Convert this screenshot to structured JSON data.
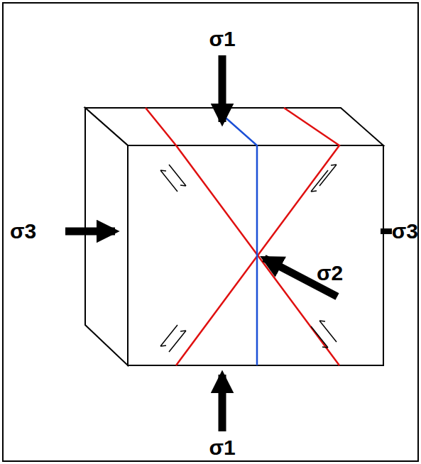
{
  "diagram": {
    "labels": [
      "σ1",
      "σ3",
      "σ3",
      "σ2",
      "σ1"
    ]
  }
}
